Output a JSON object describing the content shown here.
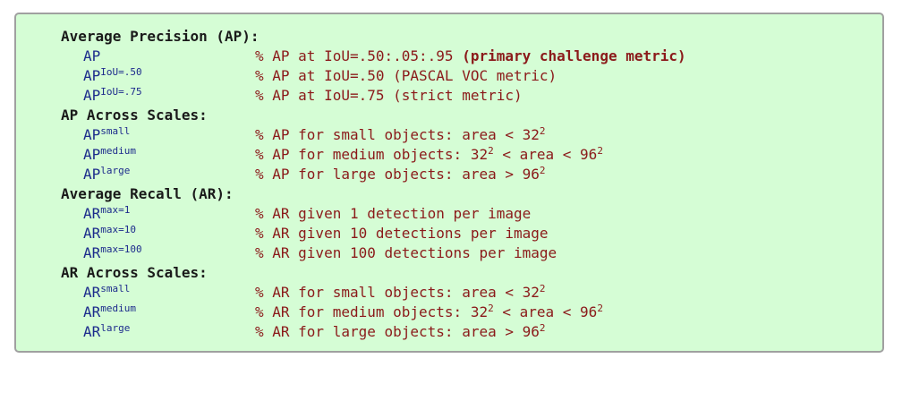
{
  "sections": [
    {
      "heading": "Average Precision (AP):",
      "metrics": [
        {
          "base": "AP",
          "sup": "",
          "desc_pre": "% AP at IoU=.50:.05:.95 ",
          "desc_emph": "(primary challenge metric)",
          "desc_mid": "",
          "desc_sup1": "",
          "desc_mid2": "",
          "desc_sup2": ""
        },
        {
          "base": "AP",
          "sup": "IoU=.50",
          "desc_pre": "% AP at IoU=.50 (PASCAL VOC metric)",
          "desc_emph": "",
          "desc_mid": "",
          "desc_sup1": "",
          "desc_mid2": "",
          "desc_sup2": ""
        },
        {
          "base": "AP",
          "sup": "IoU=.75",
          "desc_pre": "% AP at IoU=.75 (strict metric)",
          "desc_emph": "",
          "desc_mid": "",
          "desc_sup1": "",
          "desc_mid2": "",
          "desc_sup2": ""
        }
      ]
    },
    {
      "heading": "AP Across Scales:",
      "metrics": [
        {
          "base": "AP",
          "sup": "small",
          "desc_pre": "% AP for small objects: area < 32",
          "desc_emph": "",
          "desc_mid": "",
          "desc_sup1": "2",
          "desc_mid2": "",
          "desc_sup2": ""
        },
        {
          "base": "AP",
          "sup": "medium",
          "desc_pre": "% AP for medium objects: 32",
          "desc_emph": "",
          "desc_mid": "",
          "desc_sup1": "2",
          "desc_mid2": " < area < 96",
          "desc_sup2": "2"
        },
        {
          "base": "AP",
          "sup": "large",
          "desc_pre": "% AP for large objects: area > 96",
          "desc_emph": "",
          "desc_mid": "",
          "desc_sup1": "2",
          "desc_mid2": "",
          "desc_sup2": ""
        }
      ]
    },
    {
      "heading": "Average Recall (AR):",
      "metrics": [
        {
          "base": "AR",
          "sup": "max=1",
          "desc_pre": "% AR given 1 detection per image",
          "desc_emph": "",
          "desc_mid": "",
          "desc_sup1": "",
          "desc_mid2": "",
          "desc_sup2": ""
        },
        {
          "base": "AR",
          "sup": "max=10",
          "desc_pre": "% AR given 10 detections per image",
          "desc_emph": "",
          "desc_mid": "",
          "desc_sup1": "",
          "desc_mid2": "",
          "desc_sup2": ""
        },
        {
          "base": "AR",
          "sup": "max=100",
          "desc_pre": "% AR given 100 detections per image",
          "desc_emph": "",
          "desc_mid": "",
          "desc_sup1": "",
          "desc_mid2": "",
          "desc_sup2": ""
        }
      ]
    },
    {
      "heading": "AR Across Scales:",
      "metrics": [
        {
          "base": "AR",
          "sup": "small",
          "desc_pre": "% AR for small objects: area < 32",
          "desc_emph": "",
          "desc_mid": "",
          "desc_sup1": "2",
          "desc_mid2": "",
          "desc_sup2": ""
        },
        {
          "base": "AR",
          "sup": "medium",
          "desc_pre": "% AR for medium objects: 32",
          "desc_emph": "",
          "desc_mid": "",
          "desc_sup1": "2",
          "desc_mid2": " < area < 96",
          "desc_sup2": "2"
        },
        {
          "base": "AR",
          "sup": "large",
          "desc_pre": "% AR for large objects: area > 96",
          "desc_emph": "",
          "desc_mid": "",
          "desc_sup1": "2",
          "desc_mid2": "",
          "desc_sup2": ""
        }
      ]
    }
  ],
  "colors": {
    "panel_background": "#d5fdd5",
    "panel_border": "#a0a0a0",
    "heading_text": "#1a1a1a",
    "metric_name_text": "#1c2b8c",
    "description_text": "#8b1a1a"
  }
}
